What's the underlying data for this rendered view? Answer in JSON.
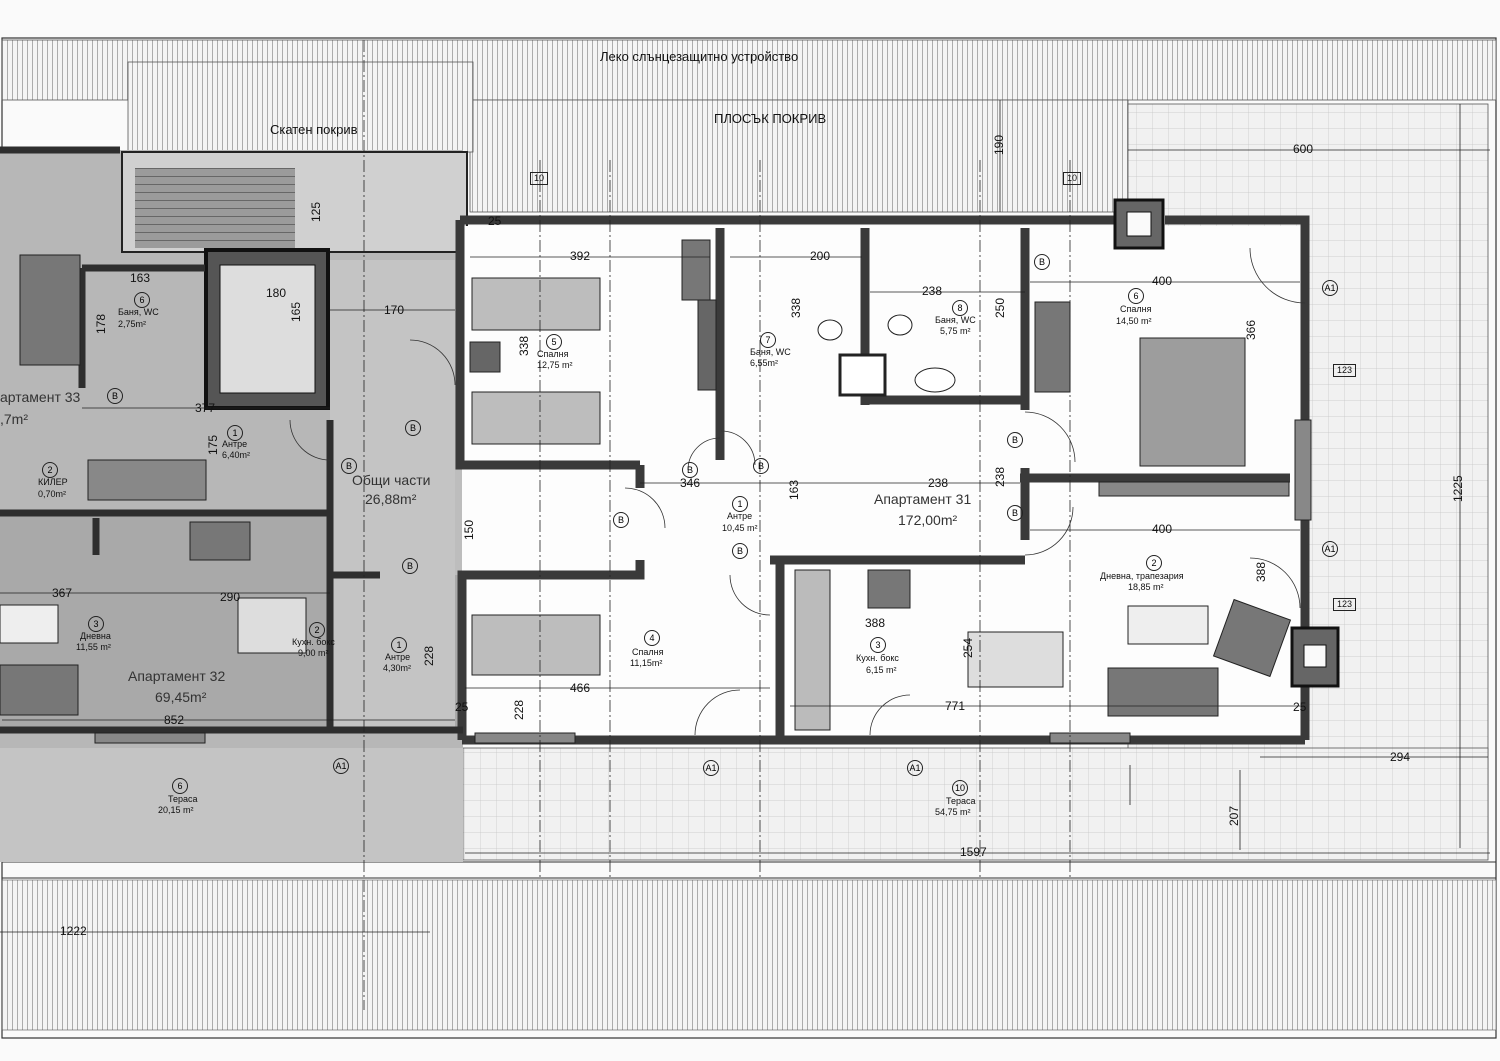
{
  "roof": {
    "sunshade": "Леко слънцезащитно устройство",
    "pitched": "Скатен покрив",
    "flat": "ПЛОСЪК ПОКРИВ"
  },
  "apartments": {
    "a31": {
      "name": "Апартамент 31",
      "area": "172,00m²"
    },
    "a32": {
      "name": "Апартамент 32",
      "area": "69,45m²"
    },
    "a33": {
      "name": "артамент 33",
      "area": ",7m²"
    }
  },
  "common": {
    "name": "Общи части",
    "area": "26,88m²"
  },
  "rooms": [
    {
      "num": "6",
      "name": "Баня, WC",
      "area": "2,75m²"
    },
    {
      "num": "1",
      "name": "Антре",
      "area": "6,40m²"
    },
    {
      "num": "2",
      "name": "КИЛЕР",
      "area": "0,70m²"
    },
    {
      "num": "3",
      "name": "Дневна",
      "area": "11,55 m²"
    },
    {
      "num": "2",
      "name": "Кухн. бокс",
      "area": "9,00 m²"
    },
    {
      "num": "1",
      "name": "Антре",
      "area": "4,30m²"
    },
    {
      "num": "6",
      "name": "Тераса",
      "area": "20,15 m²"
    },
    {
      "num": "5",
      "name": "Спалня",
      "area": "12,75 m²"
    },
    {
      "num": "7",
      "name": "Баня, WC",
      "area": "6,55m²"
    },
    {
      "num": "8",
      "name": "Баня, WC",
      "area": "5,75 m²"
    },
    {
      "num": "6",
      "name": "Спалня",
      "area": "14,50 m²"
    },
    {
      "num": "1",
      "name": "Антре",
      "area": "10,45 m²"
    },
    {
      "num": "4",
      "name": "Спалня",
      "area": "11,15m²"
    },
    {
      "num": "3",
      "name": "Кухн. бокс",
      "area": "6,15 m²"
    },
    {
      "num": "2",
      "name": "Дневна, трапезария",
      "area": "18,85 m²"
    },
    {
      "num": "10",
      "name": "Тераса",
      "area": "54,75 m²"
    }
  ],
  "dims": {
    "d600": "600",
    "d190": "190",
    "d125": "125",
    "d1225": "1225",
    "d294": "294",
    "d1597": "1597",
    "d1222": "1222",
    "d207": "207",
    "d392": "392",
    "d200": "200",
    "d238a": "238",
    "d400a": "400",
    "d366": "366",
    "d338a": "338",
    "d338b": "338",
    "d250": "250",
    "d163a": "163",
    "d180": "180",
    "d165": "165",
    "d178": "178",
    "d170": "170",
    "d377": "377",
    "d175": "175",
    "d346": "346",
    "d163b": "163",
    "d238b": "238",
    "d238c": "238",
    "d400b": "400",
    "d388a": "388",
    "d388b": "388",
    "d150": "150",
    "d367": "367",
    "d290": "290",
    "d228a": "228",
    "d228b": "228",
    "d466": "466",
    "d254": "254",
    "d771": "771",
    "d852": "852",
    "d25a": "25",
    "d25b": "25",
    "d25c": "25"
  },
  "tags": {
    "B": "B",
    "A1": "A1",
    "t123": "123",
    "t10": "10"
  },
  "colors": {
    "wall": "#3a3a3a",
    "shade": "#bdbdbd",
    "line": "#222222",
    "roofHatch": "#888888"
  }
}
